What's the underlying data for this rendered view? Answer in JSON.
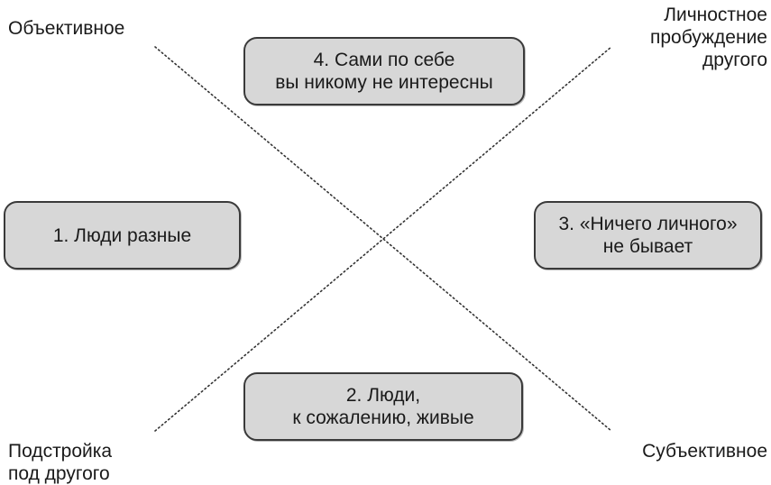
{
  "axes": {
    "top_left": "Объективное",
    "top_right": "Личностное\nпробуждение\nдругого",
    "bottom_left": "Подстройка\nпод другого",
    "bottom_right": "Субъективное"
  },
  "boxes": {
    "box1": "1. Люди разные",
    "box2": "2. Люди,\nк сожалению, живые",
    "box3": "3. «Ничего личного»\nне бывает",
    "box4": "4. Сами по себе\nвы никому не интересны"
  },
  "colors": {
    "box_fill": "#d7d7d7",
    "box_border": "#3a3a3a",
    "line": "#333333"
  }
}
